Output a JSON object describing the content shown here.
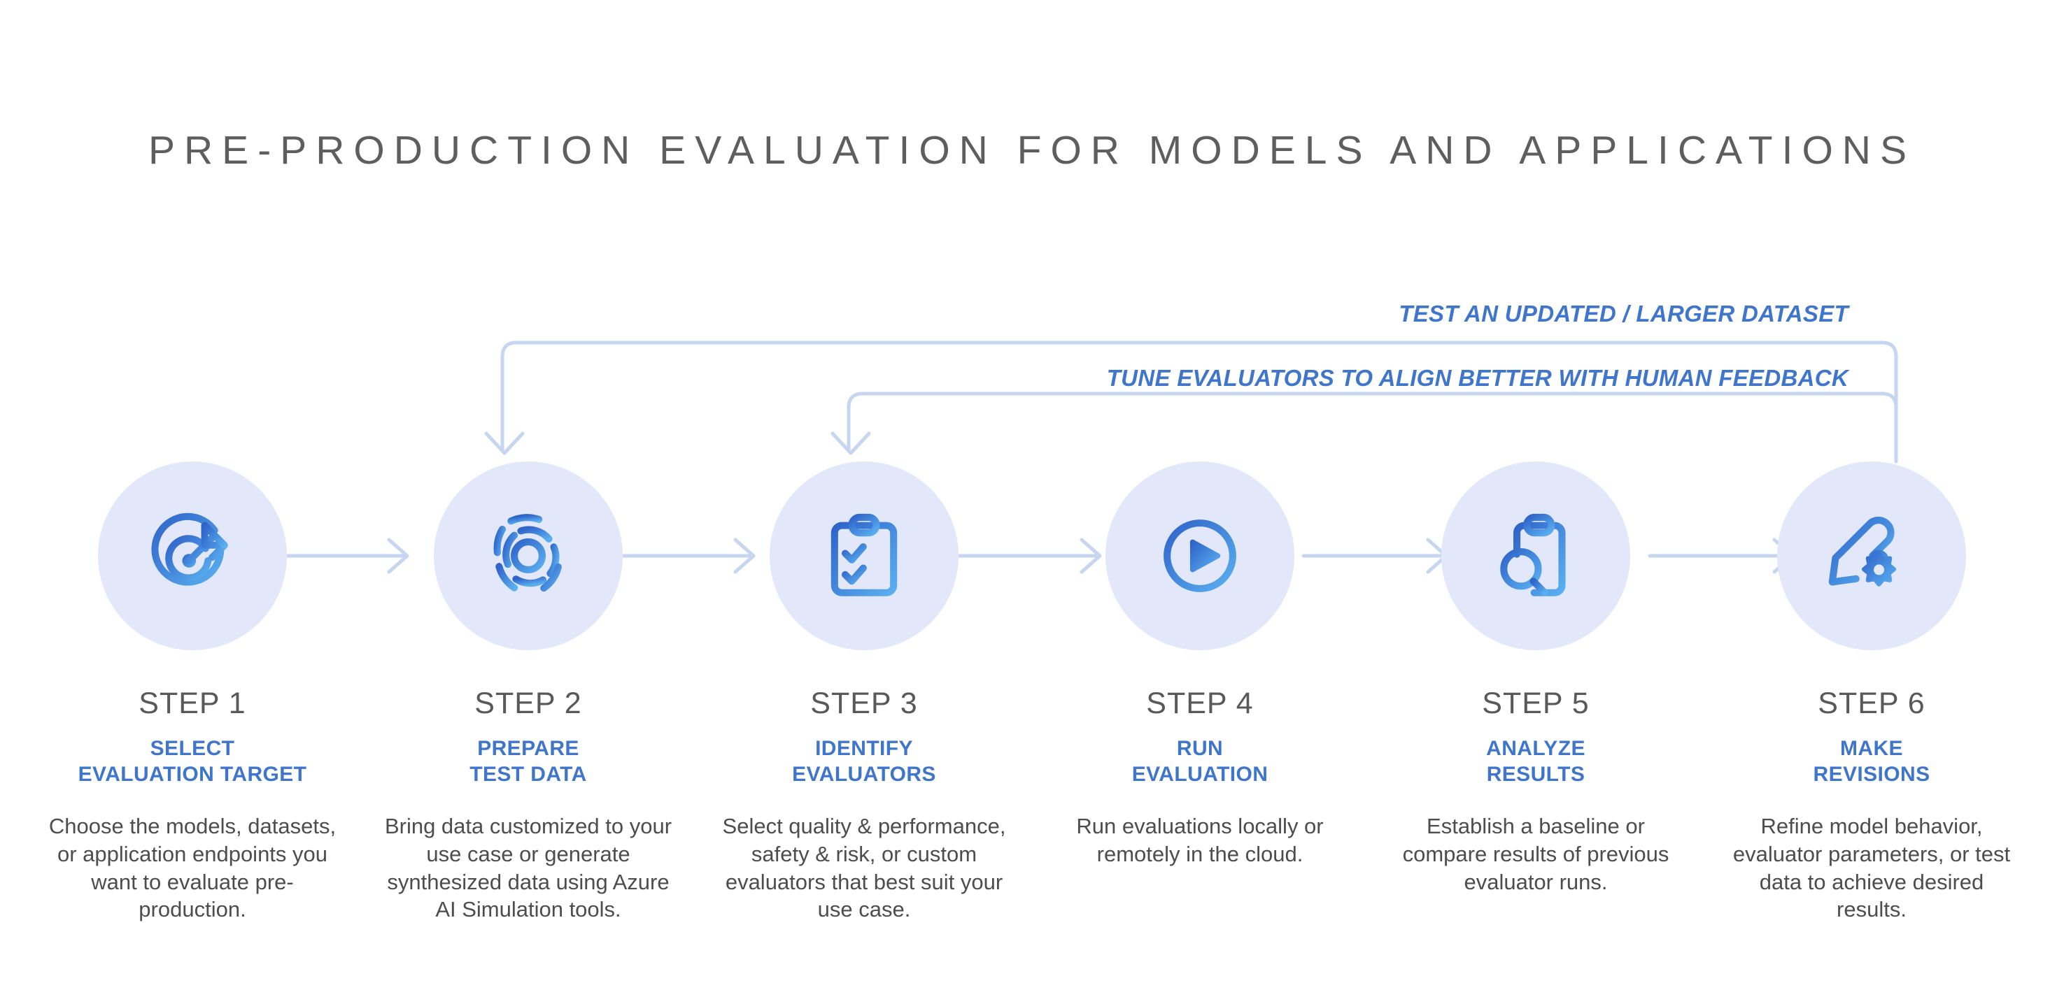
{
  "page": {
    "title": "PRE-PRODUCTION EVALUATION FOR MODELS AND APPLICATIONS",
    "background_color": "#ffffff",
    "title_color": "#5e5e5e"
  },
  "theme": {
    "accent_blue": "#3f76cb",
    "icon_gradient_start": "#2f64c9",
    "icon_gradient_end": "#5aaff0",
    "circle_bg": "#e2e8fa",
    "connector_color": "#c6d6f1",
    "step_number_color": "#595959",
    "description_color": "#4d4d4d"
  },
  "feedback_loops": [
    {
      "id": "outer-loop",
      "label": "TEST AN UPDATED / LARGER DATASET",
      "from_step": 6,
      "to_step": 2,
      "color": "#3f76cb"
    },
    {
      "id": "inner-loop",
      "label": "TUNE EVALUATORS TO ALIGN BETTER WITH HUMAN FEEDBACK",
      "from_step": 6,
      "to_step": 3,
      "color": "#3f76cb"
    }
  ],
  "steps": [
    {
      "number": "STEP 1",
      "heading": "SELECT\nEVALUATION TARGET",
      "heading_lines": [
        "SELECT",
        "EVALUATION TARGET"
      ],
      "description": "Choose the models, datasets, or application endpoints you want to evaluate pre-production.",
      "icon": "target-arrow-icon"
    },
    {
      "number": "STEP 2",
      "heading": "PREPARE\nTEST DATA",
      "heading_lines": [
        "PREPARE",
        "TEST DATA"
      ],
      "description": "Bring data customized to your use case or generate synthesized data using Azure AI Simulation tools.",
      "icon": "concentric-rings-data-icon"
    },
    {
      "number": "STEP 3",
      "heading": "IDENTIFY\nEVALUATORS",
      "heading_lines": [
        "IDENTIFY",
        "EVALUATORS"
      ],
      "description": "Select quality & performance, safety & risk, or custom evaluators that best suit your use case.",
      "icon": "clipboard-checklist-icon"
    },
    {
      "number": "STEP 4",
      "heading": "RUN\nEVALUATION",
      "heading_lines": [
        "RUN",
        "EVALUATION"
      ],
      "description": "Run evaluations locally or remotely in the cloud.",
      "icon": "play-circle-icon"
    },
    {
      "number": "STEP 5",
      "heading": "ANALYZE\nRESULTS",
      "heading_lines": [
        "ANALYZE",
        "RESULTS"
      ],
      "description": "Establish a baseline or compare results of previous evaluator runs.",
      "icon": "clipboard-search-icon"
    },
    {
      "number": "STEP 6",
      "heading": "MAKE\nREVISIONS",
      "heading_lines": [
        "MAKE",
        "REVISIONS"
      ],
      "description": "Refine model behavior, evaluator parameters, or test data to achieve desired results.",
      "icon": "pencil-gear-icon"
    }
  ]
}
